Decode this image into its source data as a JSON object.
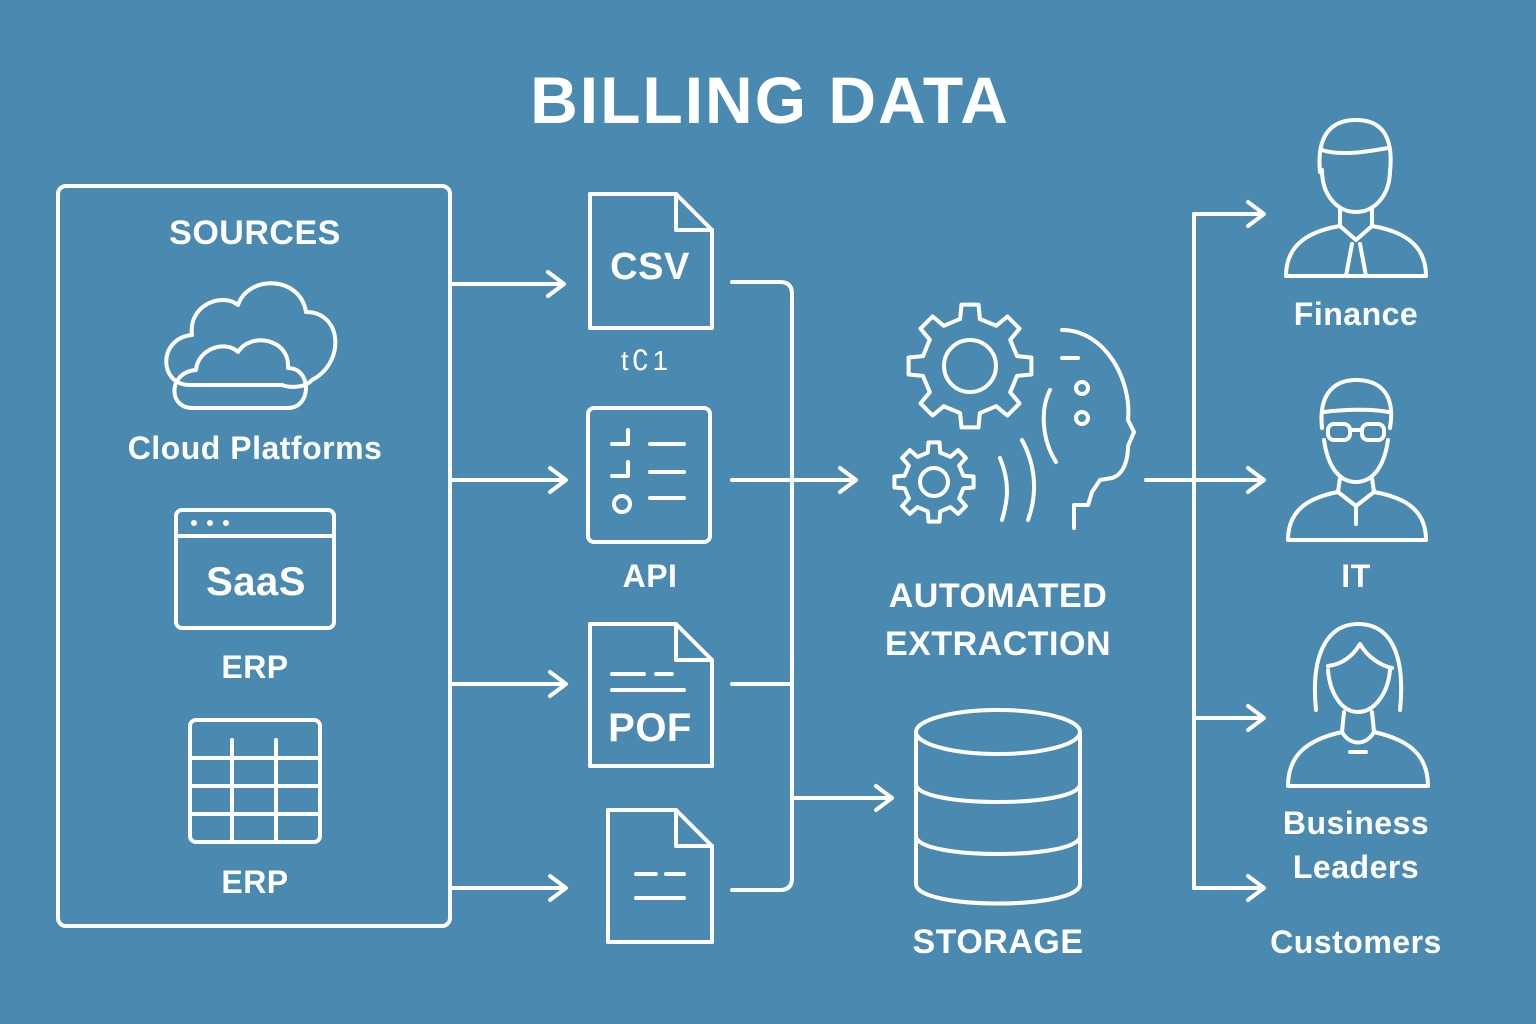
{
  "title": "BILLING DATA",
  "colors": {
    "background": "#4a8ab0",
    "stroke": "#ffffff"
  },
  "sources": {
    "heading": "SOURCES",
    "items": [
      {
        "icon": "cloud-icon",
        "label": "Cloud Platforms"
      },
      {
        "icon": "browser-window-icon",
        "inner_text": "SaaS",
        "label": "ERP"
      },
      {
        "icon": "spreadsheet-grid-icon",
        "label": "ERP"
      }
    ]
  },
  "formats": [
    {
      "icon": "csv-document-icon",
      "inner_text": "CSV",
      "label": "t∁1"
    },
    {
      "icon": "api-document-icon",
      "label": "API"
    },
    {
      "icon": "pdf-document-icon",
      "inner_text": "POF",
      "label": ""
    },
    {
      "icon": "document-icon",
      "label": ""
    }
  ],
  "processing": {
    "icon": "gears-head-icon",
    "label_line1": "AUTOMATED",
    "label_line2": "EXTRACTION"
  },
  "storage": {
    "icon": "database-icon",
    "label": "STORAGE"
  },
  "consumers": [
    {
      "icon": "man-tie-icon",
      "label": "Finance"
    },
    {
      "icon": "man-glasses-icon",
      "label": "IT"
    },
    {
      "icon": "woman-icon",
      "label_line1": "Business",
      "label_line2": "Leaders"
    },
    {
      "label": "Customers"
    }
  ]
}
